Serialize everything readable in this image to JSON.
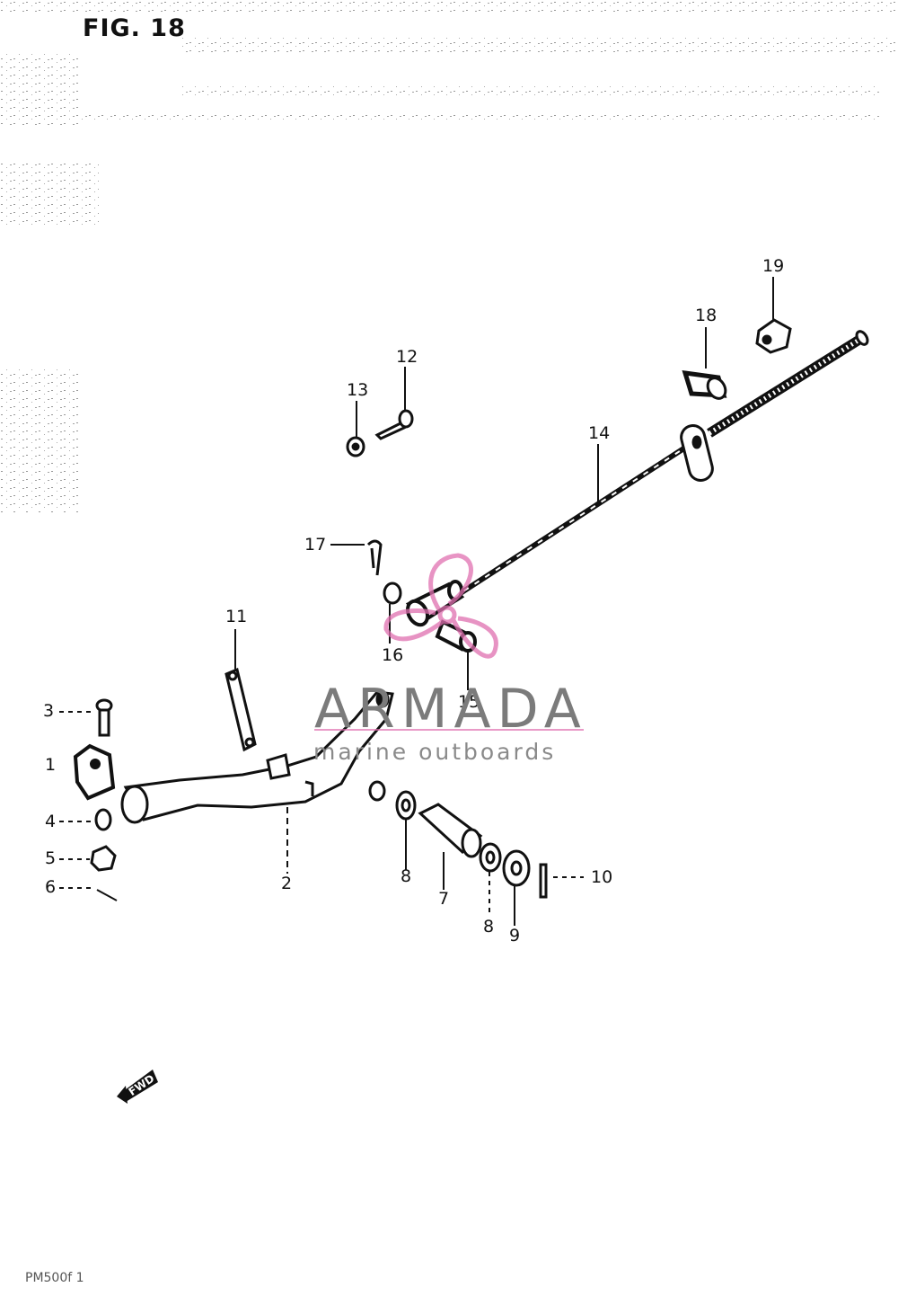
{
  "figure": {
    "title": "FIG. 18",
    "footer_code": "PM500f 1"
  },
  "callouts": {
    "c1": "1",
    "c2": "2",
    "c3": "3",
    "c4": "4",
    "c5": "5",
    "c6": "6",
    "c7": "7",
    "c8a": "8",
    "c8b": "8",
    "c9": "9",
    "c10": "10",
    "c11": "11",
    "c12": "12",
    "c13": "13",
    "c14": "14",
    "c15": "15",
    "c16": "16",
    "c17": "17",
    "c18": "18",
    "c19": "19"
  },
  "fwd_label": "FWD",
  "watermark": {
    "brand": "ARMADA",
    "tagline": "marine outboards",
    "brand_color": "#7b7b7b",
    "accent_color": "#e070b0"
  },
  "colors": {
    "line_art": "#111111",
    "background": "#ffffff"
  }
}
